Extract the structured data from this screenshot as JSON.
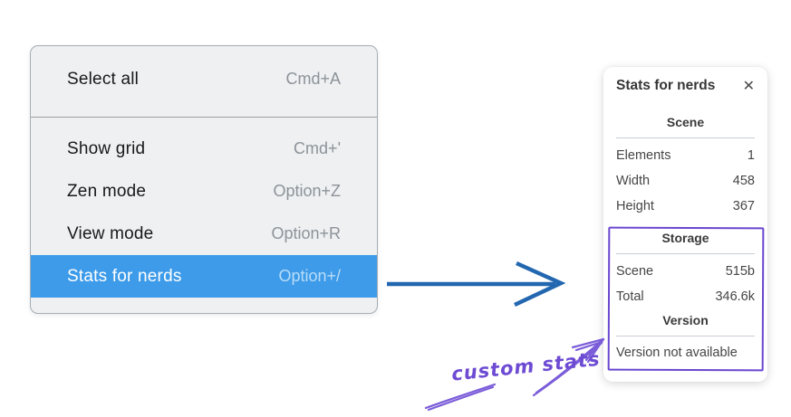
{
  "menu": {
    "items": [
      {
        "label": "Select all",
        "shortcut": "Cmd+A",
        "selected": false
      },
      {
        "label": "Show grid",
        "shortcut": "Cmd+'",
        "selected": false
      },
      {
        "label": "Zen mode",
        "shortcut": "Option+Z",
        "selected": false
      },
      {
        "label": "View mode",
        "shortcut": "Option+R",
        "selected": false
      },
      {
        "label": "Stats for nerds",
        "shortcut": "Option+/",
        "selected": true
      }
    ]
  },
  "stats_panel": {
    "title": "Stats for nerds",
    "close_glyph": "✕",
    "sections": [
      {
        "heading": "Scene",
        "rows": [
          [
            "Elements",
            "1"
          ],
          [
            "Width",
            "458"
          ],
          [
            "Height",
            "367"
          ]
        ]
      },
      {
        "heading": "Storage",
        "rows": [
          [
            "Scene",
            "515b"
          ],
          [
            "Total",
            "346.6k"
          ]
        ]
      },
      {
        "heading": "Version",
        "note": "Version not available"
      }
    ]
  },
  "annotation": {
    "label": "custom stats"
  },
  "colors": {
    "menu_background": "#eef0f1",
    "menu_highlight": "#3d9be9",
    "menu_shortcut_gray": "#8d939a",
    "flow_arrow_blue": "#2267b0",
    "highlight_box_purple": "#6a46cf",
    "annotation_purple": "#6d4bd3",
    "panel_text": "#454545",
    "separator_gray": "#c6cfd7"
  }
}
